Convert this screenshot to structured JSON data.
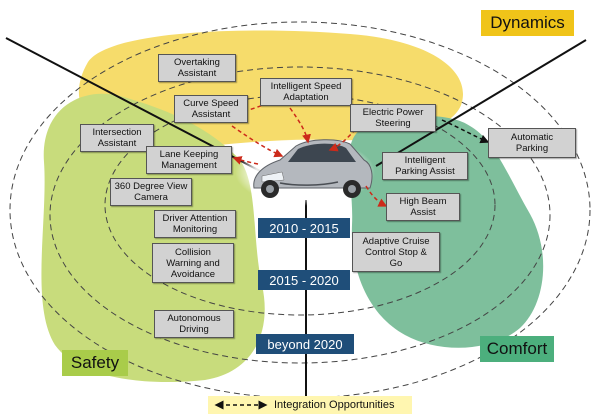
{
  "zones": {
    "dynamics": {
      "label": "Dynamics",
      "color": "#f6dc6b"
    },
    "safety": {
      "label": "Safety",
      "color": "#c8dc7c"
    },
    "comfort": {
      "label": "Comfort",
      "color": "#7ebf9c"
    }
  },
  "eras": [
    "2010 - 2015",
    "2015 - 2020",
    "beyond 2020"
  ],
  "features": {
    "overtaking_assistant": "Overtaking\nAssistant",
    "intelligent_speed_adaptation": "Intelligent Speed\nAdaptation",
    "curve_speed_assistant": "Curve Speed\nAssistant",
    "electric_power_steering": "Electric Power\nSteering",
    "intersection_assistant": "Intersection\nAssistant",
    "automatic_parking": "Automatic\nParking",
    "lane_keeping_management": "Lane Keeping\nManagement",
    "intelligent_parking_assist": "Intelligent\nParking Assist",
    "camera_360": "360 Degree View\nCamera",
    "high_beam_assist": "High Beam\nAssist",
    "driver_attention_monitoring": "Driver Attention\nMonitoring",
    "adaptive_cruise_control": "Adaptive Cruise\nControl Stop &\nGo",
    "collision_warning": "Collision\nWarning and\nAvoidance",
    "autonomous_driving": "Autonomous\nDriving"
  },
  "legend": {
    "label": "Integration Opportunities"
  },
  "colors": {
    "era_box": "#1f4e79",
    "arrow": "#cc2a1a",
    "feature_box": "#d2d2d2"
  }
}
